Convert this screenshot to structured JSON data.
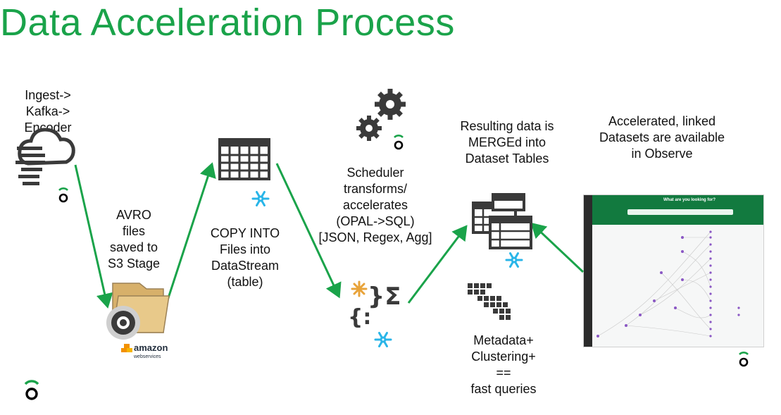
{
  "title": "Data Acceleration Process",
  "labels": {
    "ingest": "Ingest->\nKafka->\nEncoder",
    "avro": "AVRO\nfiles\nsaved to\nS3 Stage",
    "copy": "COPY INTO\nFiles into\nDataStream\n(table)",
    "scheduler": "Scheduler\ntransforms/\naccelerates\n(OPAL->SQL)\n[JSON, Regex, Agg]",
    "merge": "Resulting data is\nMERGEd into\nDataset Tables",
    "metadata": "Metadata+\nClustering+\n==\nfast queries",
    "accelerated": "Accelerated, linked\nDatasets are available\nin Observe"
  },
  "aws_logo": {
    "line1": "amazon",
    "line2": "webservices"
  },
  "screenshot": {
    "heading": "What are you looking for?"
  },
  "colors": {
    "accent": "#1aa34a",
    "arrow": "#1aa34a",
    "snowflake": "#29b5e8",
    "icon_dark": "#3a3a3a"
  },
  "icons": [
    "cloud-icon",
    "folder-icon",
    "table-icon",
    "snowflake-icon",
    "gears-icon",
    "function-icon",
    "tables-icon",
    "grid-icon",
    "observe-logo-icon"
  ]
}
